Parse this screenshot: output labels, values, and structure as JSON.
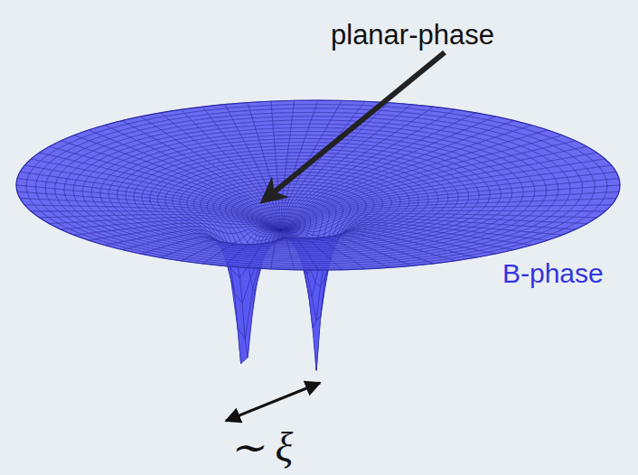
{
  "diagram": {
    "labels": [
      "planar-phase",
      "B-phase",
      "∼ ξ"
    ]
  }
}
